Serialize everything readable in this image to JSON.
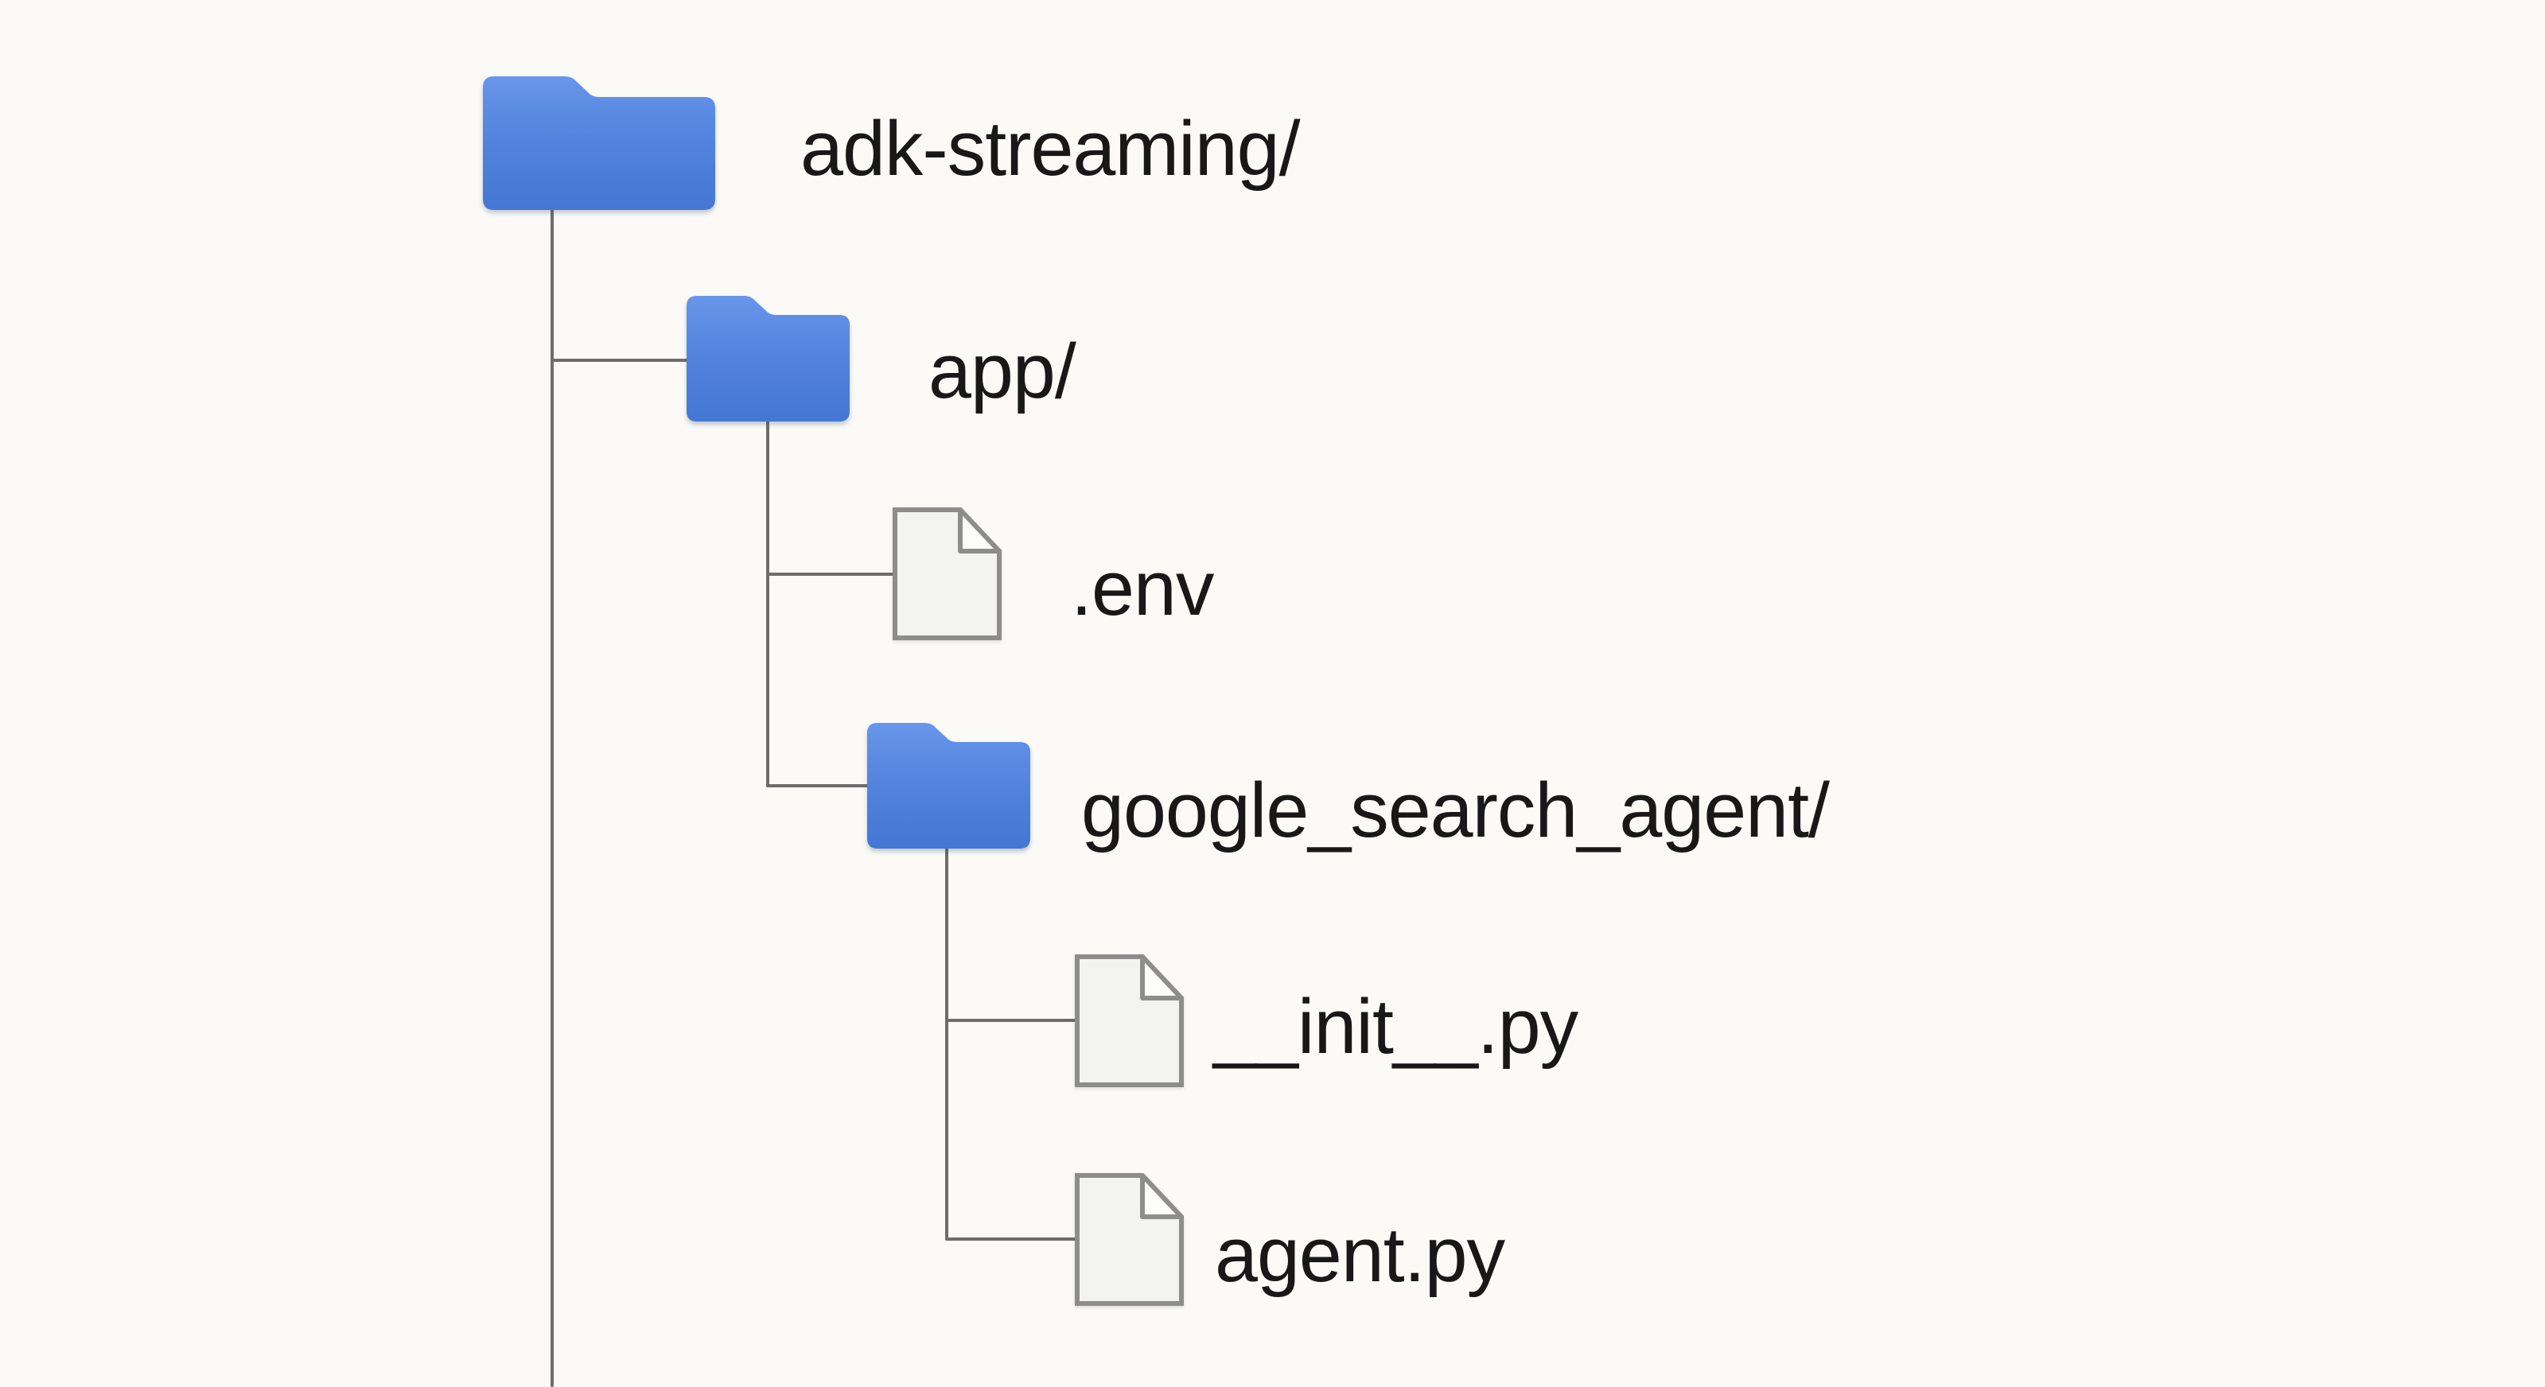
{
  "colors": {
    "page-bg": "#fbfaf7",
    "folder-blue": "#4b82e6",
    "line-gray": "#6e6d6b",
    "file-outline": "#8d8d8b",
    "file-fill": "#f3f3f1",
    "file-flap": "#fcfcfb",
    "text-dark": "#181818"
  },
  "tree": {
    "nodes": [
      {
        "id": "adk-streaming",
        "label": "adk-streaming/",
        "type": "folder",
        "depth": 0
      },
      {
        "id": "app",
        "label": "app/",
        "type": "folder",
        "depth": 1
      },
      {
        "id": "env",
        "label": ".env",
        "type": "file",
        "depth": 2
      },
      {
        "id": "google_search_agent",
        "label": "google_search_agent/",
        "type": "folder",
        "depth": 2
      },
      {
        "id": "init",
        "label": "__init__.py",
        "type": "file",
        "depth": 3
      },
      {
        "id": "agent",
        "label": "agent.py",
        "type": "file",
        "depth": 3
      }
    ]
  }
}
